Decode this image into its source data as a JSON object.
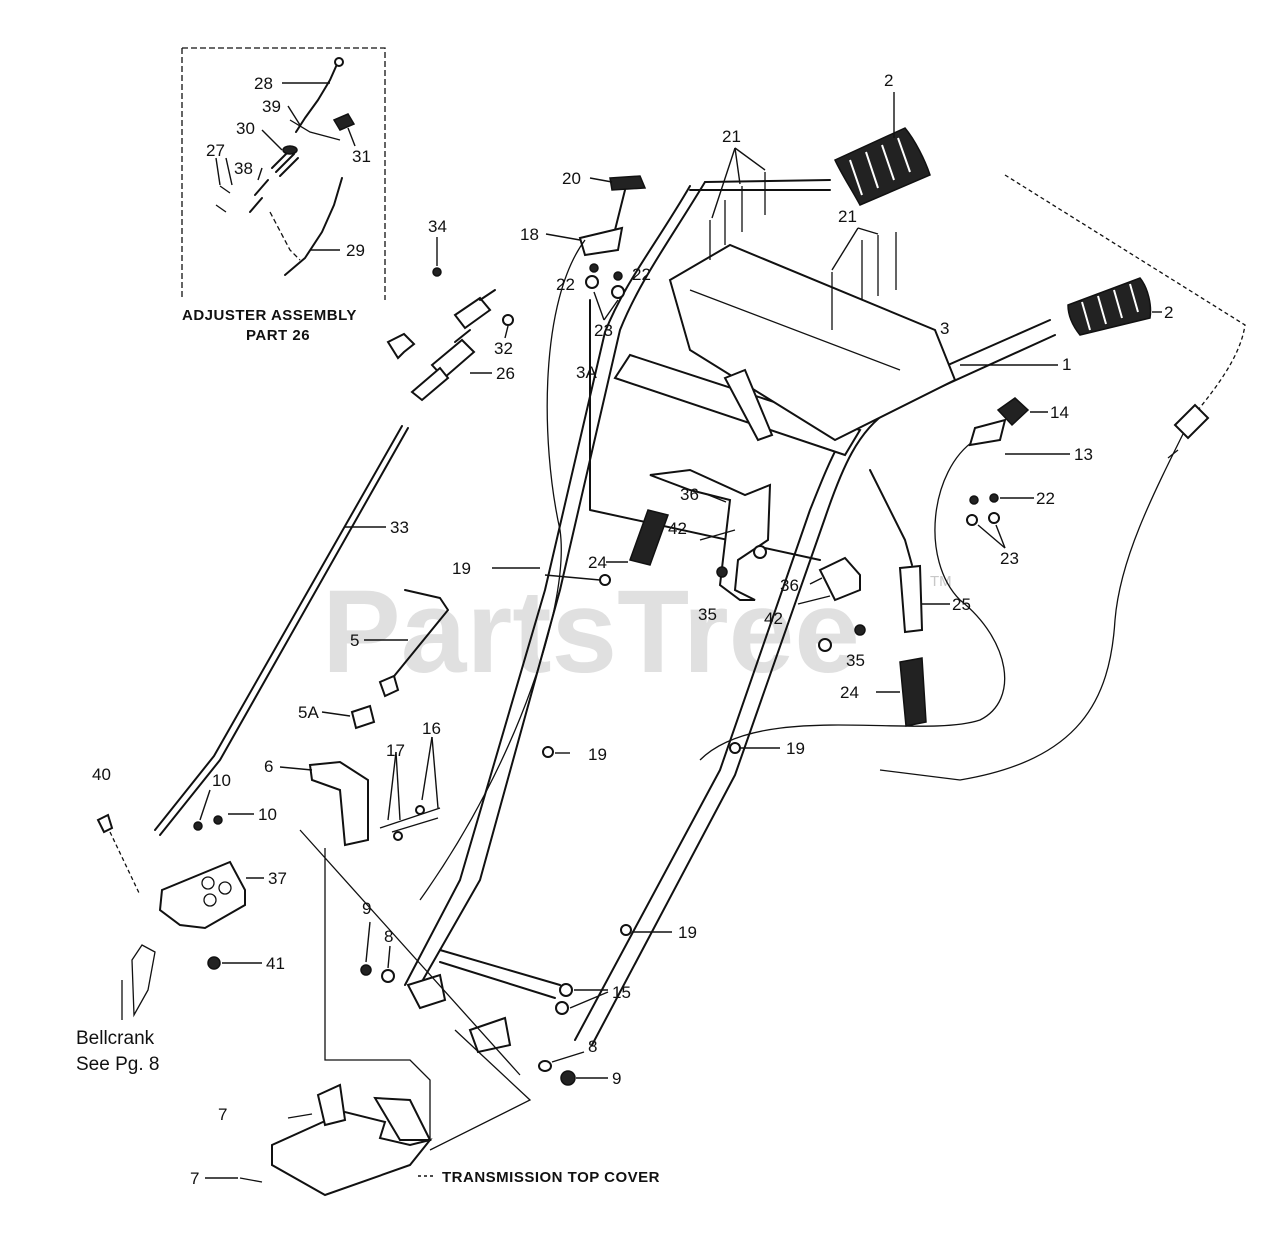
{
  "watermark": {
    "text": "PartsTree",
    "tm": "TM"
  },
  "inset": {
    "title_line1": "ADJUSTER ASSEMBLY",
    "title_line2": "PART 26"
  },
  "labels": {
    "transmission_cover": "TRANSMISSION TOP COVER",
    "bellcrank_line1": "Bellcrank",
    "bellcrank_line2": "See Pg. 8"
  },
  "callouts": {
    "c1": "1",
    "c2a": "2",
    "c2b": "2",
    "c3": "3",
    "c3a": "3A",
    "c5": "5",
    "c5a": "5A",
    "c6": "6",
    "c7a": "7",
    "c7b": "7",
    "c8a": "8",
    "c8b": "8",
    "c9a": "9",
    "c9b": "9",
    "c10a": "10",
    "c10b": "10",
    "c13": "13",
    "c14": "14",
    "c15": "15",
    "c16": "16",
    "c17": "17",
    "c18": "18",
    "c19a": "19",
    "c19b": "19",
    "c19c": "19",
    "c19d": "19",
    "c20": "20",
    "c21a": "21",
    "c21b": "21",
    "c22a": "22",
    "c22b": "22",
    "c22c": "22",
    "c23a": "23",
    "c23b": "23",
    "c24a": "24",
    "c24b": "24",
    "c25": "25",
    "c26": "26",
    "c27": "27",
    "c28": "28",
    "c29": "29",
    "c30": "30",
    "c31": "31",
    "c32": "32",
    "c33": "33",
    "c34": "34",
    "c35a": "35",
    "c35b": "35",
    "c36a": "36",
    "c36b": "36",
    "c37": "37",
    "c38": "38",
    "c39": "39",
    "c40": "40",
    "c41": "41",
    "c42a": "42",
    "c42b": "42"
  }
}
